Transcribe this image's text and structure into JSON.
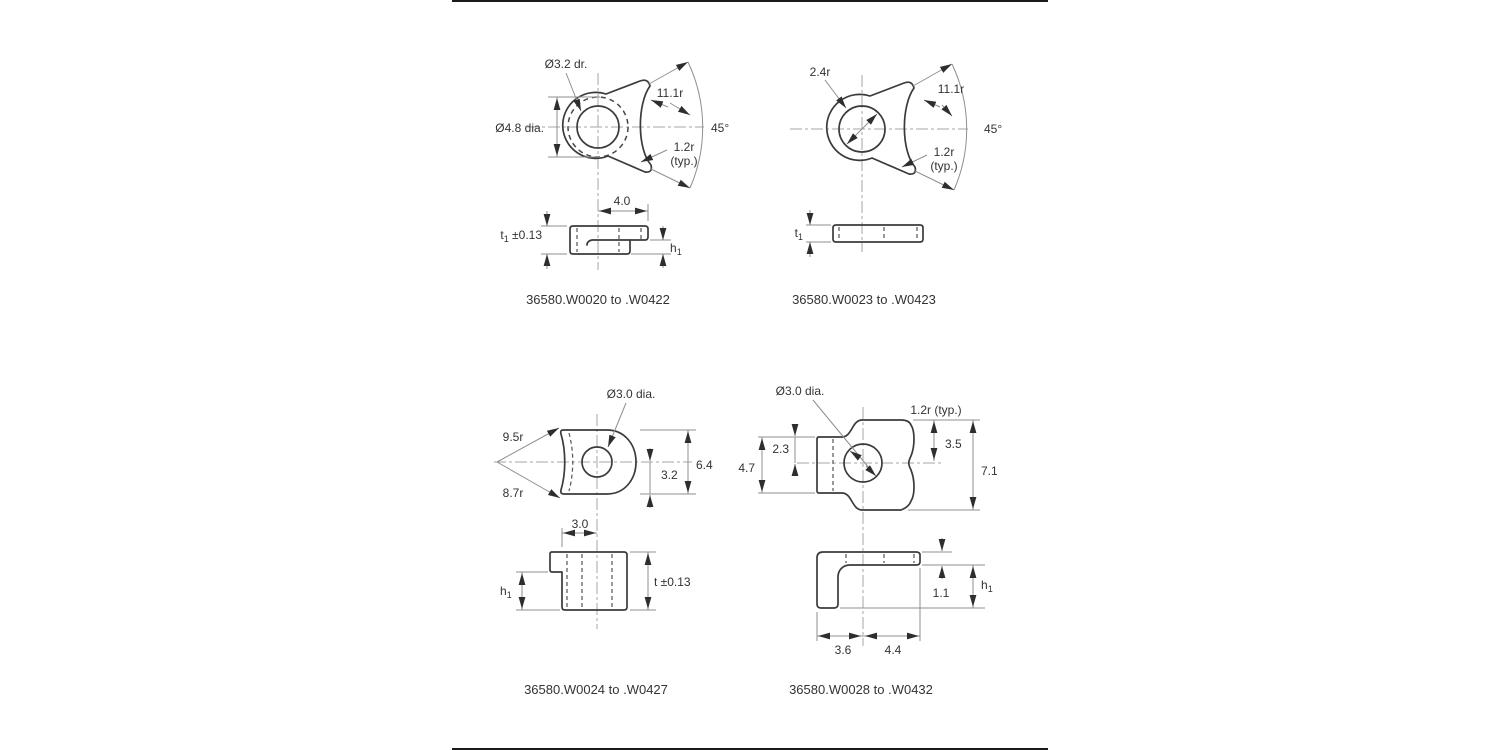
{
  "page": {
    "background": "#ffffff",
    "border_color": "#1a1a1a"
  },
  "colors": {
    "outline": "#3b3b3b",
    "dimension": "#8f8f8f",
    "arrow": "#2e2e2e",
    "text": "#333333"
  },
  "parts": [
    {
      "caption": "36580.W0020 to .W0422",
      "labels": {
        "drill": "Ø3.2 dr.",
        "boss": "Ø4.8 dia.",
        "r_large": "11.1r",
        "angle": "45°",
        "r_typ1": "1.2r",
        "r_typ2": "(typ.)",
        "width": "4.0",
        "t_sym": "t",
        "t_sub": "1",
        "t_tol": " ±0.13",
        "h_sym": "h",
        "h_sub": "1"
      }
    },
    {
      "caption": "36580.W0023 to .W0423",
      "labels": {
        "r_boss": "2.4r",
        "r_large": "11.1r",
        "angle": "45°",
        "r_typ1": "1.2r",
        "r_typ2": "(typ.)",
        "t_sym": "t",
        "t_sub": "1"
      }
    },
    {
      "caption": "36580.W0024 to .W0427",
      "labels": {
        "r_top": "9.5r",
        "r_bottom": "8.7r",
        "hole": "Ø3.0 dia.",
        "height": "6.4",
        "half_height": "3.2",
        "width": "3.0",
        "h_sym": "h",
        "h_sub": "1",
        "t_tol": "t ±0.13"
      }
    },
    {
      "caption": "36580.W0028 to .W0432",
      "labels": {
        "hole": "Ø3.0 dia.",
        "r_typ": "1.2r (typ.)",
        "tab_half": "2.3",
        "tab_height": "4.7",
        "top_half": "3.5",
        "height": "7.1",
        "arm_thickness": "1.1",
        "h_sym": "h",
        "h_sub": "1",
        "leg_width": "3.6",
        "arm_width": "4.4"
      }
    }
  ]
}
